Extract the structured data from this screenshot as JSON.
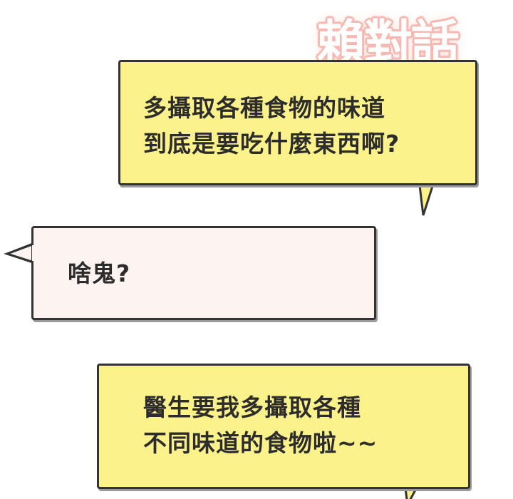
{
  "logo": {
    "text": "賴對話"
  },
  "bubbles": [
    {
      "lines": [
        "多攝取各種食物的味道",
        "到底是要吃什麼東西啊?"
      ],
      "color": "#fcf28c"
    },
    {
      "lines": [
        "啥鬼?"
      ],
      "color": "#fdf3f0"
    },
    {
      "lines": [
        "醫生要我多攝取各種",
        "不同味道的食物啦~~"
      ],
      "color": "#fcf28c"
    }
  ],
  "colors": {
    "outline": "#333333",
    "logo_outline": "#f8b7b0",
    "text": "#2c2c2c"
  }
}
